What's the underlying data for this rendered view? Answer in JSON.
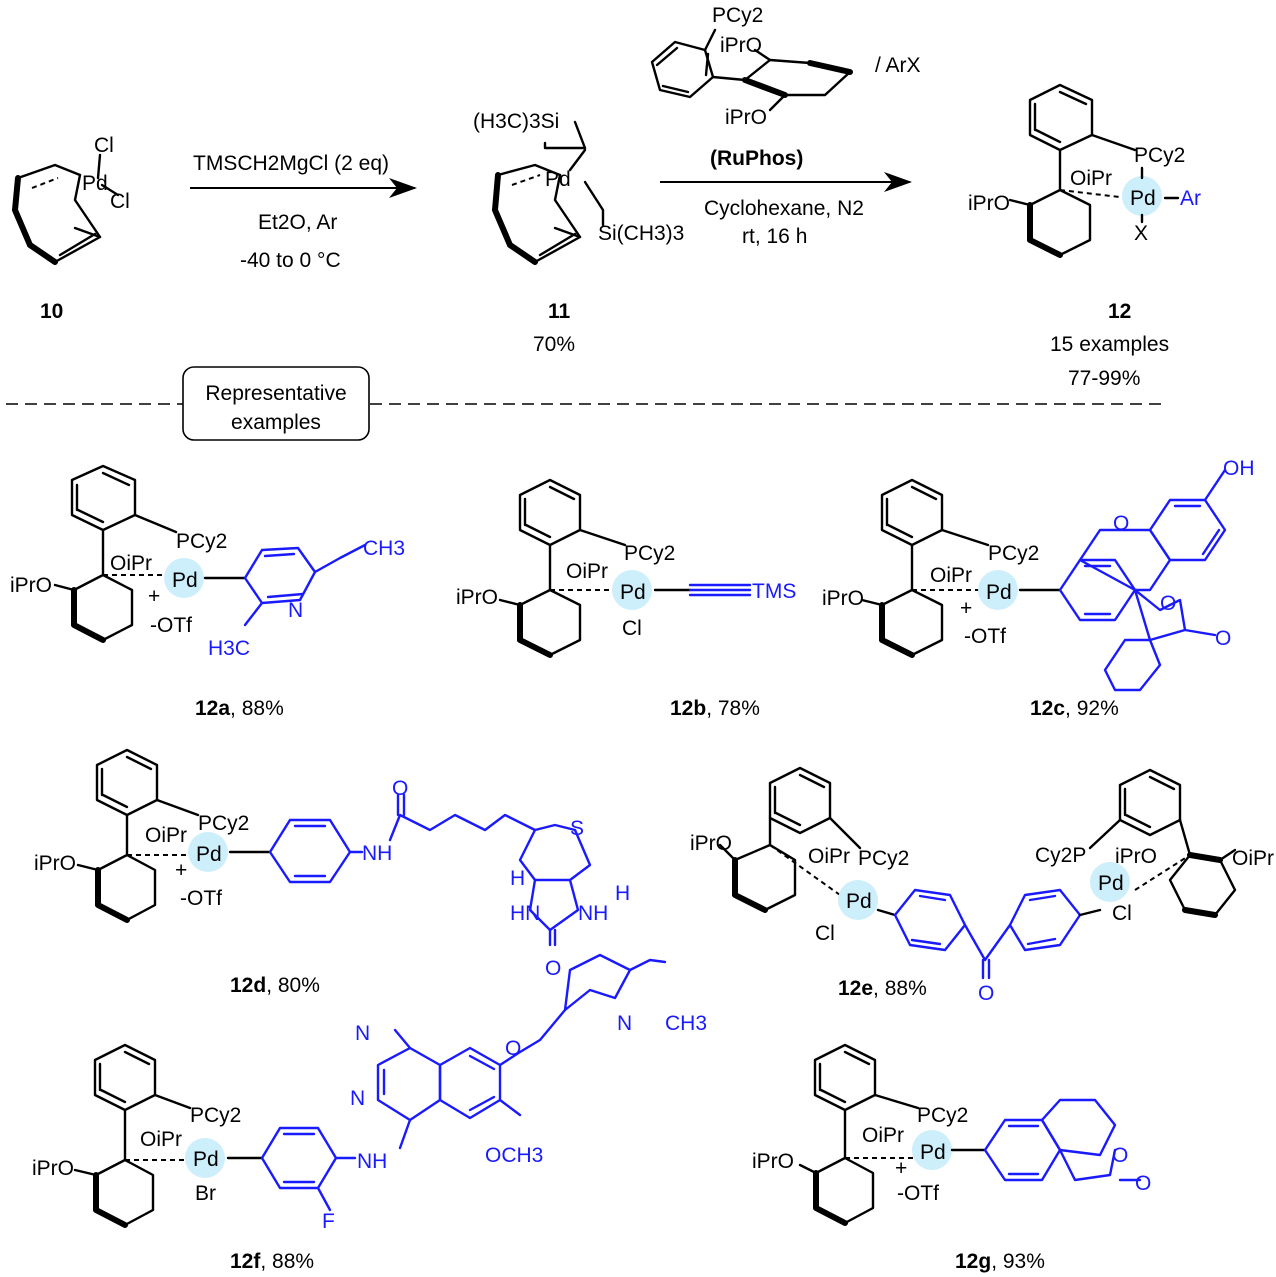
{
  "scheme": {
    "step1": {
      "reagent": "TMSCH2MgCl (2 eq)",
      "conditions_1": "Et2O, Ar",
      "conditions_2": "-40 to 0 °C"
    },
    "step2": {
      "ligand_name": "(RuPhos)",
      "additive": "/ ArX",
      "conditions_1": "Cyclohexane, N2",
      "conditions_2": "rt, 16 h"
    },
    "compound10": {
      "label": "10",
      "cl1": "Cl",
      "cl2": "Cl",
      "pd": "Pd"
    },
    "compound11": {
      "label": "11",
      "yield": "70%",
      "si1": "(H3C)3Si",
      "si2": "Si(CH3)3",
      "pd": "Pd"
    },
    "compound12": {
      "label": "12",
      "examples": "15 examples",
      "yield_range": "77-99%",
      "ar": "Ar",
      "x": "X"
    },
    "ruphos": {
      "pcy2": "PCy2",
      "oipr_top": "iPrO",
      "oipr_bottom": "iPrO"
    }
  },
  "divider_label_1": "Representative",
  "divider_label_2": "examples",
  "common": {
    "pcy2": "PCy2",
    "pd": "Pd",
    "oipr": "OiPr",
    "ipro": "iPrO",
    "otf": "-OTf",
    "plus": "+",
    "cl": "Cl",
    "br": "Br"
  },
  "examples": [
    {
      "id": "12a",
      "yield": "88%",
      "groups": [
        "CH3",
        "N",
        "H3C"
      ]
    },
    {
      "id": "12b",
      "yield": "78%",
      "groups": [
        "TMS"
      ]
    },
    {
      "id": "12c",
      "yield": "92%",
      "groups": [
        "OH",
        "O",
        "O",
        "O"
      ]
    },
    {
      "id": "12d",
      "yield": "80%",
      "groups": [
        "O",
        "NH",
        "S",
        "H",
        "H",
        "HN",
        "NH",
        "O"
      ]
    },
    {
      "id": "12e",
      "yield": "88%",
      "groups": [
        "O",
        "Cy2P",
        "iPrO",
        "OiPr"
      ]
    },
    {
      "id": "12f",
      "yield": "88%",
      "groups": [
        "N",
        "N",
        "O",
        "N",
        "CH3",
        "NH",
        "OCH3",
        "F"
      ]
    },
    {
      "id": "12g",
      "yield": "93%",
      "groups": [
        "O",
        "O"
      ]
    }
  ]
}
